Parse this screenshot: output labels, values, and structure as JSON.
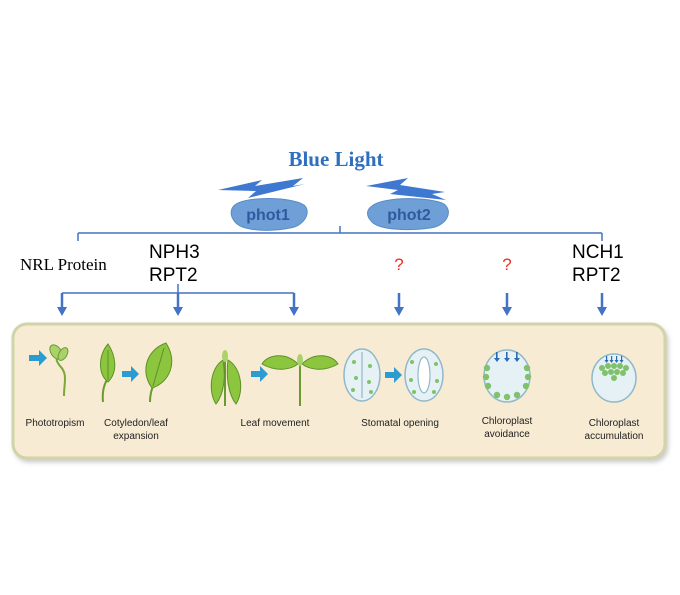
{
  "title": "Blue Light",
  "receptors": [
    "phot1",
    "phot2"
  ],
  "top_labels": {
    "nrl": "NRL Protein",
    "nph3": "NPH3",
    "rpt2_left": "RPT2",
    "q1": "?",
    "q2": "?",
    "nch1": "NCH1",
    "rpt2_right": "RPT2"
  },
  "responses": {
    "phototropism": "Phototropism",
    "cotyledon_1": "Cotyledon/leaf",
    "cotyledon_2": "expansion",
    "leaf_movement": "Leaf movement",
    "stomatal": "Stomatal opening",
    "avoidance_1": "Chloroplast",
    "avoidance_2": "avoidance",
    "accumulation_1": "Chloroplast",
    "accumulation_2": "accumulation"
  },
  "colors": {
    "blue": "#4472c4",
    "title_blue": "#2e6fc0",
    "panel_fill": "#f8ebd3",
    "panel_border": "#d7d9b5",
    "leaf_green": "#8cc63f",
    "cyan_arrow": "#2b9cd1",
    "question_red": "#e8322a"
  }
}
